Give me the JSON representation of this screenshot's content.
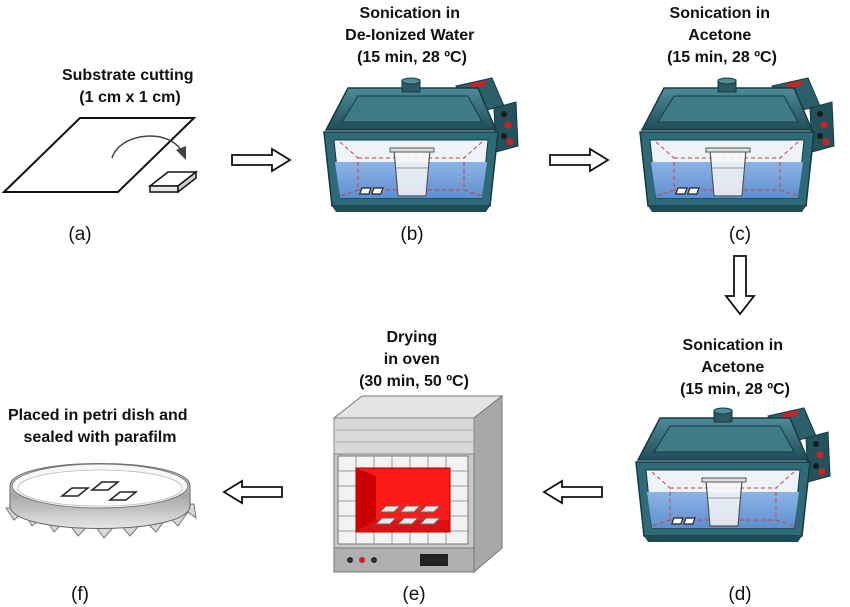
{
  "steps": {
    "a": {
      "label": "(a)",
      "caption": [
        "Substrate cutting",
        "(1 cm x 1 cm)"
      ]
    },
    "b": {
      "label": "(b)",
      "caption": [
        "Sonication in",
        "De-Ionized Water",
        "(15 min, 28 ºC)"
      ]
    },
    "c": {
      "label": "(c)",
      "caption": [
        "Sonication in",
        "Acetone",
        "(15 min, 28 ºC)"
      ]
    },
    "d": {
      "label": "(d)",
      "caption": [
        "Sonication in",
        "Acetone",
        "(15 min, 28 ºC)"
      ]
    },
    "e": {
      "label": "(e)",
      "caption": [
        "Drying",
        "in oven",
        "(30 min, 50 ºC)"
      ]
    },
    "f": {
      "label": "(f)",
      "caption": [
        "Placed in petri dish and",
        "sealed with parafilm"
      ]
    }
  },
  "colors": {
    "bath_body": "#2e6b78",
    "bath_dark": "#1f4d57",
    "water": "#6f9fd8",
    "oven_red": "#ff1a1a",
    "oven_grey": "#b9b9b9"
  }
}
